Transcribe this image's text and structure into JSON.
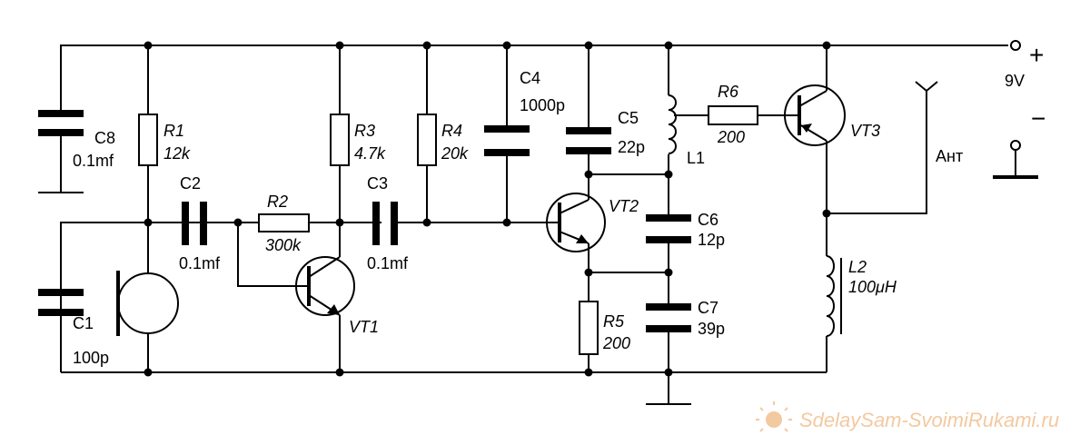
{
  "supply": {
    "plus": "+",
    "voltage": "9V",
    "minus": "−"
  },
  "antenna_label": "Ант",
  "components": {
    "C8": {
      "ref": "C8",
      "value": "0.1mf"
    },
    "C1": {
      "ref": "C1",
      "value": "100p"
    },
    "R1": {
      "ref": "R1",
      "value": "12k"
    },
    "C2": {
      "ref": "C2",
      "value": "0.1mf"
    },
    "R2": {
      "ref": "R2",
      "value": "300k"
    },
    "R3": {
      "ref": "R3",
      "value": "4.7k"
    },
    "C3": {
      "ref": "C3",
      "value": "0.1mf"
    },
    "R4": {
      "ref": "R4",
      "value": "20k"
    },
    "C4": {
      "ref": "C4",
      "value": "1000p"
    },
    "C5": {
      "ref": "C5",
      "value": "22p"
    },
    "L1": {
      "ref": "L1"
    },
    "R6": {
      "ref": "R6",
      "value": "200"
    },
    "C6": {
      "ref": "C6",
      "value": "12p"
    },
    "C7": {
      "ref": "C7",
      "value": "39p"
    },
    "R5": {
      "ref": "R5",
      "value": "200"
    },
    "L2": {
      "ref": "L2",
      "value": "100μH"
    },
    "VT1": {
      "ref": "VT1"
    },
    "VT2": {
      "ref": "VT2"
    },
    "VT3": {
      "ref": "VT3"
    }
  },
  "watermark": "SdelaySam-SvoimiRukami.ru",
  "colors": {
    "ink": "#000000",
    "watermark": "#f3c9a0",
    "background": "#ffffff"
  }
}
